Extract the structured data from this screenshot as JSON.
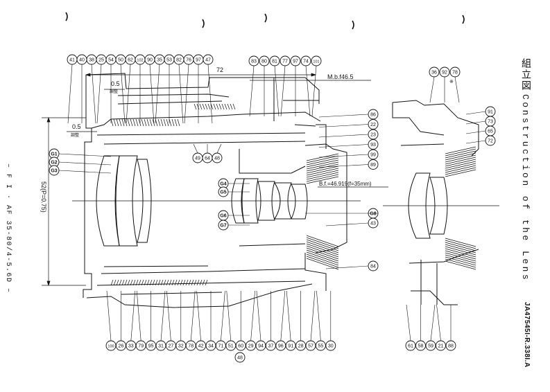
{
  "title": {
    "japanese": "組立図",
    "english": "Construction of the Lens"
  },
  "doc_code": "JA47545I-R.338I.A",
  "model_label": "– F I · AF 35-80/4-5.6D –",
  "dimensions": {
    "d72": "72",
    "d05_top": "0.5",
    "d05_top_note": "調整",
    "d05_left": "0.5",
    "d05_left_note": "調整",
    "mbf": "M.b.f46.5",
    "bf": "B.f.=46.919(f=35mm)",
    "d52": "52(P=0.75)"
  },
  "lens_groups": [
    "G1",
    "G2",
    "G3",
    "G4",
    "G5",
    "G6",
    "G7",
    "G8"
  ],
  "callouts": {
    "top_left": [
      "41",
      "40",
      "38",
      "25",
      "54",
      "50",
      "62",
      "102",
      "90",
      "35",
      "53",
      "82",
      "76",
      "97",
      "47"
    ],
    "top_mid": [
      "83",
      "80",
      "81",
      "77",
      "97",
      "74",
      "101"
    ],
    "mid_small": [
      "49",
      "64",
      "48"
    ],
    "right_side": [
      "86",
      "22",
      "23",
      "93",
      "99",
      "89"
    ],
    "lower_right": [
      "43",
      "84"
    ],
    "bottom": [
      "100",
      "26",
      "33",
      "79",
      "95",
      "31",
      "27",
      "32",
      "78",
      "42",
      "34",
      "71",
      "51",
      "60",
      "29",
      "94",
      "37",
      "96",
      "91",
      "28",
      "57",
      "55",
      "30"
    ],
    "bottom_under": "48",
    "right_view_top": [
      "36",
      "92",
      "78"
    ],
    "right_view_top_note": "※",
    "right_view_side": [
      "91",
      "73",
      "65",
      "72"
    ],
    "right_view_bottom": [
      "61",
      "58",
      "59",
      "21",
      "88"
    ]
  }
}
